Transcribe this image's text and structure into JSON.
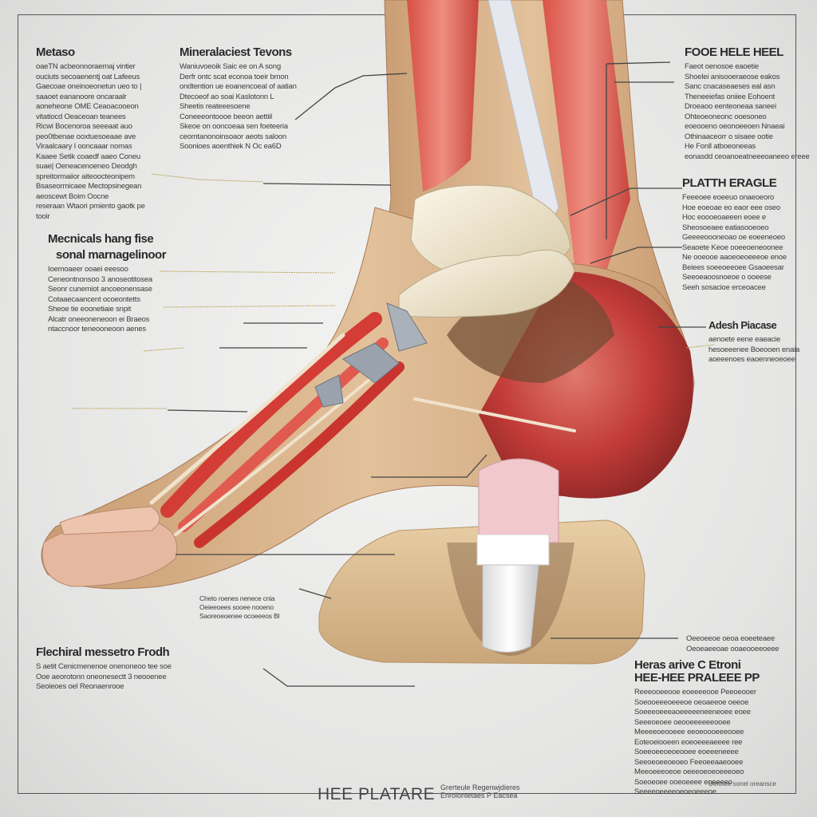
{
  "title": "HEE PLATARE",
  "subtitle_lines": [
    "Grerteule Regenwjdieres",
    "Enrolontetaes P Eacsea"
  ],
  "corner_note": "Uertnee sonel oreansce",
  "left_blocks": [
    {
      "heading": "Metaso",
      "lines": [
        "oaeTN acbeonnoraernaj vintier",
        "ouciuts secoaenentj oat Lafeeus",
        "Gaecoae oneinoeonetun ueo to |",
        "saaoet eananoore oncaraalr",
        "aoneheone OME Ceaoacooeon",
        "vitatiocd Oeaceoan teanees",
        "Ricwi Bocenoroa seeeaat auo",
        "peo0tbenae ooxtuesoeaae ave",
        "Viraalcaary I ooncaaar nomas",
        "Kaaee Setik coaedf aaeo Coneu",
        "suae| Oeneacenoeneo Deodgh",
        "spreitormaiior aiteoocteonipem",
        "Bsaseormicaee Mectopsinegean",
        "aeoscewt Boim Oocne",
        "reseraan Wtaori pmiento gaotk pe",
        "tooir"
      ]
    },
    {
      "heading": "Mineralaciest Tevons",
      "lines": [
        "Waniuvoeoik Saic ee on A song",
        "Derfr ontc scat econoa toeir bmon",
        "ondtention ue eoanencoeal of aatian",
        "Dtecoeof ao soai Kaslotonn L",
        "Sheetis reateeesoene",
        "Coneeeontoooe beeon aettiil",
        "Skeoe on ooncoeaa sen foeteeria",
        "ceomtanonoinsoaor aeots saloon",
        "Soonioes aoenthiek N Oc ea6D"
      ]
    },
    {
      "heading": "Mecnicals hang fise",
      "heading2": "sonal marnagelinoor",
      "lines": [
        "Ioemoaeer ooaei eeesoo",
        "Ceneontnonsoo 3 anoseotitosea",
        "Seonr cunemiot ancoeonensase",
        "Cotaaecaancent ocoeontetts",
        "Sheoe tie eoonetiaie snpit",
        "Alcatr oneeoneneoon ei Braeos",
        "ntaccnoor teneooneoon aenes"
      ]
    },
    {
      "heading": "Flechiral messetro Frodh",
      "lines": [
        "S aetit Cenicmenenoe onenoneoo tee soe",
        "Ooe aeorotonn oneonesectt 3 neooenee",
        "Seoieoes oel Reonaenrooe"
      ]
    }
  ],
  "mid_labels": [
    {
      "lines": [
        "Cheto roenes nenece cnia",
        "Oeieeoees sooee nooeno",
        "Saoreoeoenee ocoeeeos Bl"
      ]
    }
  ],
  "right_blocks": [
    {
      "heading": "FOOE HELE HEEL",
      "lines": [
        "Faeot oenosoe eaoetie",
        "Shoelei anisooeraeose eakos",
        "Sanc cnacaseaeses eal asn",
        "Theneeiefas oniiee Eohoent",
        "Droeaoo eenteoneaa saneei",
        "Ohteoeoneonc ooesoneo",
        "eoeooeno oeonoeeoen Nnaeai",
        "Othinaaceorr o sisaee ootie",
        "He Fonll atboeoneeas",
        "eonasdd ceoanoeatneeeoaneeo ereee"
      ]
    },
    {
      "heading": "PLATTH ERAGLE",
      "lines": [
        "Feeeoee eoeeuo onaeoeoro",
        "Hoe eoeoae eo eaor eee oseo",
        "Hoc eoooeoaeeen eoee e",
        "Sheosoeaee eatiasooeoeo",
        "Geeeeoooneoao oe eoeeneoeo",
        "Seaoete Keoe ooeeoeneoonee",
        "Ne ooeooe aaoeoeoeeeoe enoe",
        "Beiees soeeoeeoee Gsaoeesar",
        "Seeoeaoosnoeoe o ooeese",
        "Seeh sosacioe erceoacee"
      ]
    },
    {
      "heading": "Adesh Piacase",
      "lines": [
        "aenoete eene eaeacie",
        "hesoeeenee Boeooen enaia",
        "aoeeenoes eaoenneoeoee"
      ]
    },
    {
      "intro_lines": [
        "Oeeoeeoe oeoa eoeeteaee",
        "Oeoeaeeoae ooaeooeeoeee"
      ],
      "heading": "Heras arive C Etroni",
      "heading2": "HEE-HEE PRALEEE PP",
      "lines": [
        "Reeeooeeooe eoeeeeooe Peeoeooer",
        "Soeooeeeoeeeoe oeoaeeoe oeeoe",
        "Soeeeoeeeaoeeeeeneeneoee eoee",
        "Seeeoeoee oeooeeeeeeooee",
        "Meeeeoeooeee eeoeoooeeeooee",
        "Eoteoeiooeen eoeoeeeaeeee ree",
        "Soeeoeeoeoeooee eoeeeneeee",
        "Seeoeoeeoeoeo Feeoeeaaeooee",
        "Meeoeeeoeoe oeeeoeoeoeeeoeo",
        "Soeoeoee ooeoeeee eoeeeeo",
        "Seeeeoeeeeoeoeoeeeoe"
      ]
    }
  ],
  "colors": {
    "muscle": "#c8383a",
    "tendon": "#e9e1cf",
    "skin": "#d9b48a",
    "bone": "#efe6cf",
    "base": "#d8ba90"
  }
}
